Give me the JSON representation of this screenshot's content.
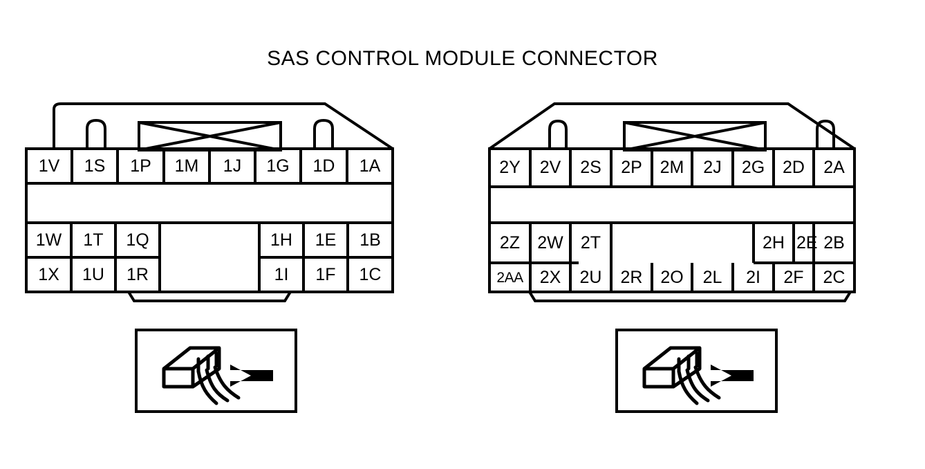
{
  "title": "SAS CONTROL MODULE CONNECTOR",
  "colors": {
    "ink": "#000000",
    "paper": "#ffffff"
  },
  "connectors": [
    {
      "id": "connector-1",
      "name": "left-connector",
      "rows": [
        {
          "name": "row-top",
          "pins": [
            "1V",
            "1S",
            "1P",
            "1M",
            "1J",
            "1G",
            "1D",
            "1A"
          ]
        },
        {
          "name": "row-middle",
          "left_group": [
            "1W",
            "1T",
            "1Q"
          ],
          "right_group": [
            "1H",
            "1E",
            "1B"
          ]
        },
        {
          "name": "row-bottom",
          "left_group": [
            "1X",
            "1U",
            "1R"
          ],
          "right_group": [
            "1I",
            "1F",
            "1C"
          ]
        }
      ],
      "thumbnail": {
        "name": "connector-photo-left",
        "description": "connector-with-wires-and-arrow-icon"
      }
    },
    {
      "id": "connector-2",
      "name": "right-connector",
      "rows": [
        {
          "name": "row-top",
          "pins": [
            "2Y",
            "2V",
            "2S",
            "2P",
            "2M",
            "2J",
            "2G",
            "2D",
            "2A"
          ]
        },
        {
          "name": "row-middle",
          "left_group": [
            "2Z",
            "2W",
            "2T"
          ],
          "right_group": [
            "2H",
            "2E",
            "2B"
          ]
        },
        {
          "name": "row-bottom",
          "pins": [
            "2AA",
            "2X",
            "2U",
            "2R",
            "2O",
            "2L",
            "2I",
            "2F",
            "2C"
          ]
        }
      ],
      "thumbnail": {
        "name": "connector-photo-right",
        "description": "connector-with-wires-and-arrow-icon"
      }
    }
  ]
}
